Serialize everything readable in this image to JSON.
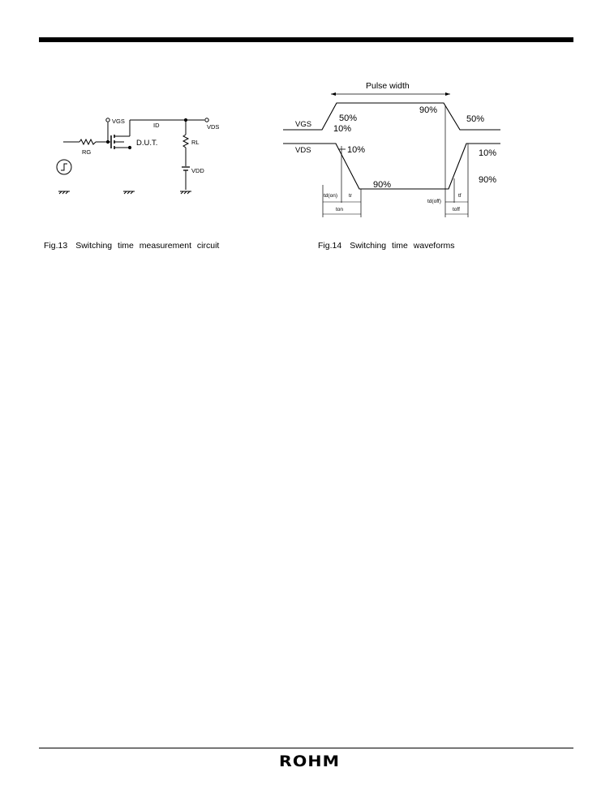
{
  "logo": "ROHM",
  "fig13": {
    "caption_number": "Fig.13",
    "caption_text": "Switching time measurement circuit",
    "labels": {
      "vgs": "VGS",
      "id": "ID",
      "vds": "VDS",
      "rg": "RG",
      "dut": "D.U.T.",
      "rl": "RL",
      "vdd": "VDD"
    }
  },
  "fig14": {
    "caption_number": "Fig.14",
    "caption_text": "Switching time waveforms",
    "labels": {
      "pulse_width": "Pulse width",
      "vgs": "VGS",
      "vds": "VDS",
      "gs_50_left": "50%",
      "gs_10_left": "10%",
      "gs_90": "90%",
      "gs_50_right": "50%",
      "ds_10_left": "10%",
      "ds_90_low": "90%",
      "ds_10_right": "10%",
      "ds_90_right": "90%",
      "td_on": "td(on)",
      "tr": "tr",
      "t_on": "ton",
      "td_off": "td(off)",
      "tf": "tf",
      "t_off": "toff"
    }
  }
}
